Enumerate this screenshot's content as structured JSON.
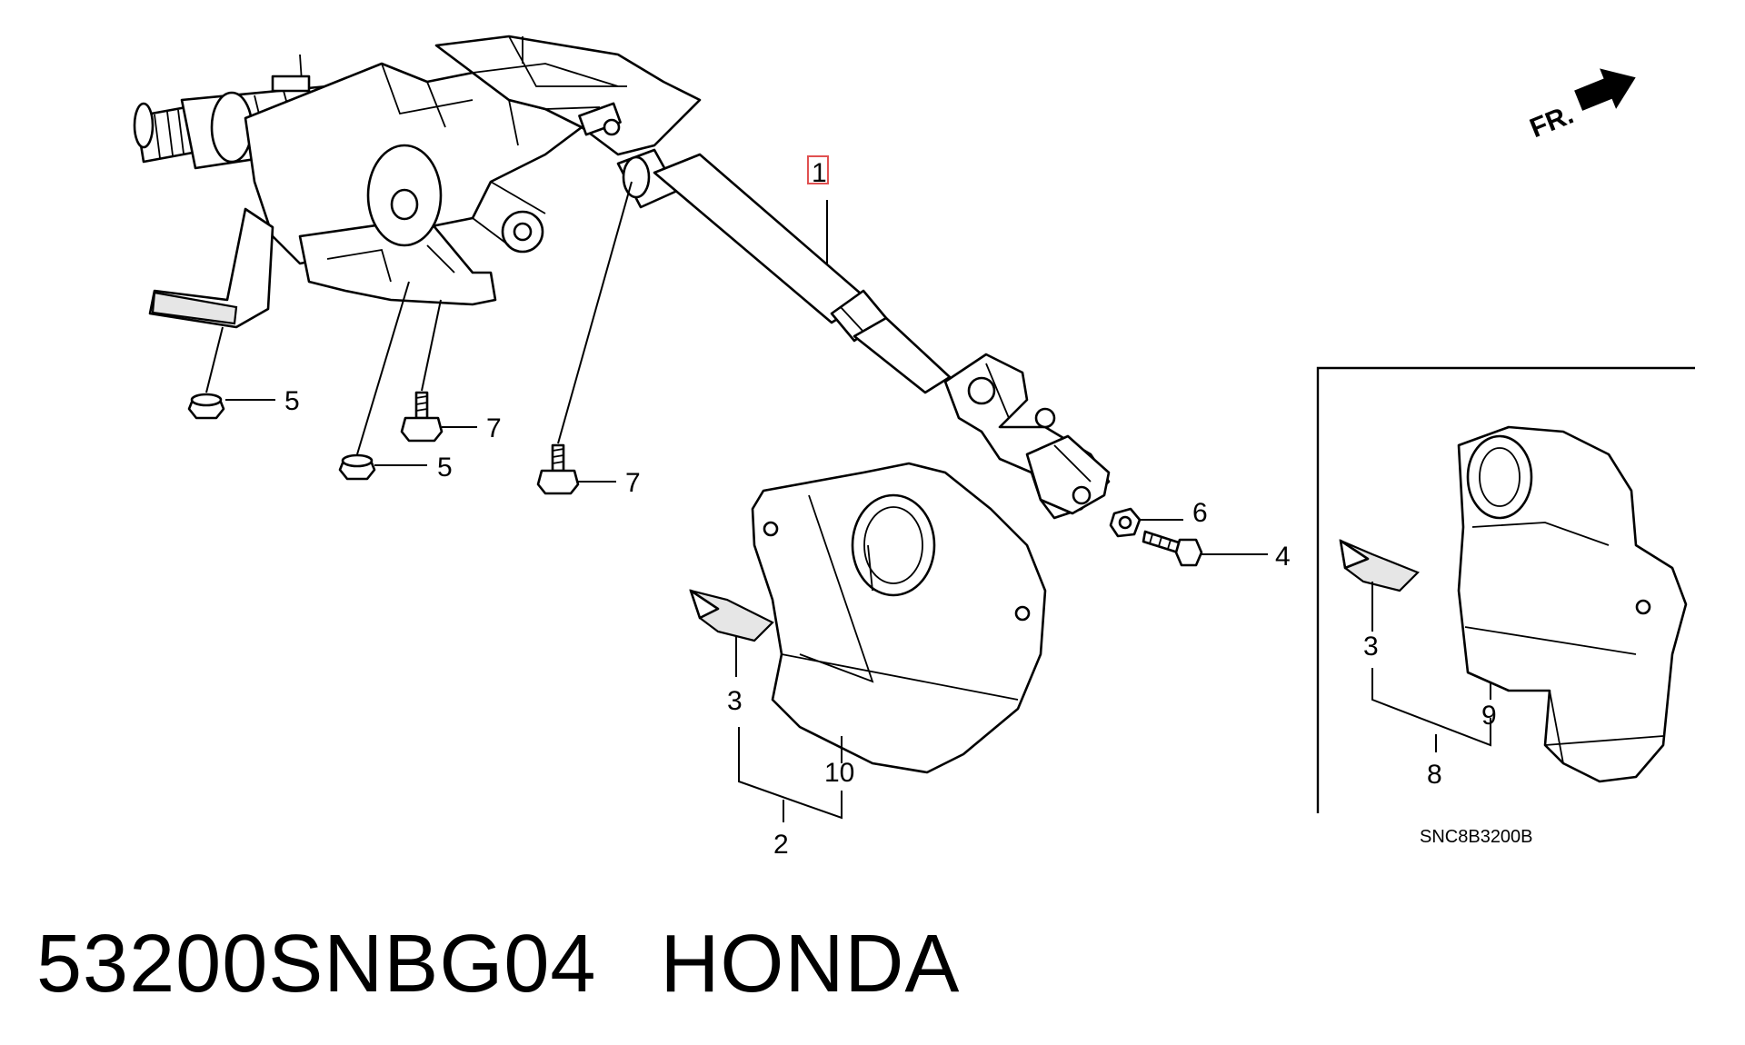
{
  "diagram": {
    "callouts": {
      "c1": "1",
      "c2": "2",
      "c3a": "3",
      "c3b": "3",
      "c4": "4",
      "c5a": "5",
      "c5b": "5",
      "c6": "6",
      "c7a": "7",
      "c7b": "7",
      "c8": "8",
      "c9": "9",
      "c10": "10"
    },
    "direction_label": "FR.",
    "diagram_code": "SNC8B3200B",
    "highlight_color": "#e05050"
  },
  "footer": {
    "part_number": "53200SNBG04",
    "brand": "HONDA"
  }
}
